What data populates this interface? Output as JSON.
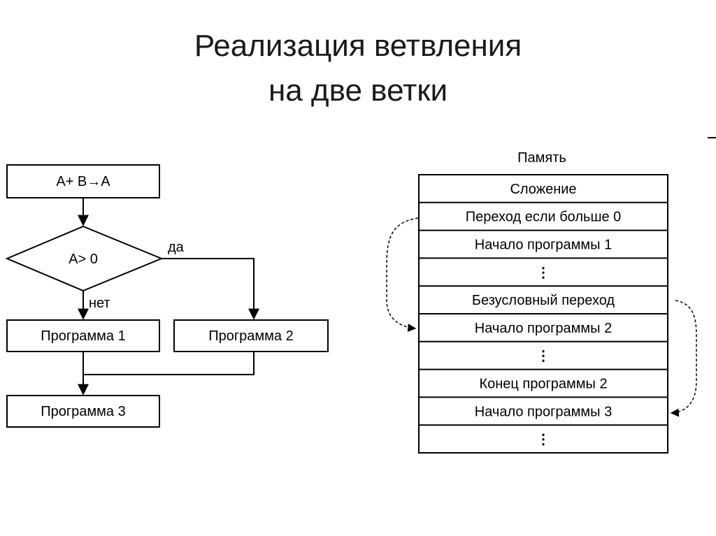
{
  "title": {
    "line1": "Реализация ветвления",
    "line2": "на две ветки"
  },
  "flowchart": {
    "process_assign": "A+ B→A",
    "decision": "A> 0",
    "yes_label": "да",
    "no_label": "нет",
    "program1": "Программа 1",
    "program2": "Программа 2",
    "program3": "Программа 3"
  },
  "memory": {
    "header": "Память",
    "rows": [
      "Сложение",
      "Переход если больше 0",
      "Начало программы 1",
      "⋮",
      "Безусловный переход",
      "Начало программы 2",
      "⋮",
      "Конец программы 2",
      "Начало программы 3",
      "⋮"
    ]
  },
  "colors": {
    "line": "#000000",
    "title": "#1a1a1a",
    "background": "#ffffff"
  }
}
